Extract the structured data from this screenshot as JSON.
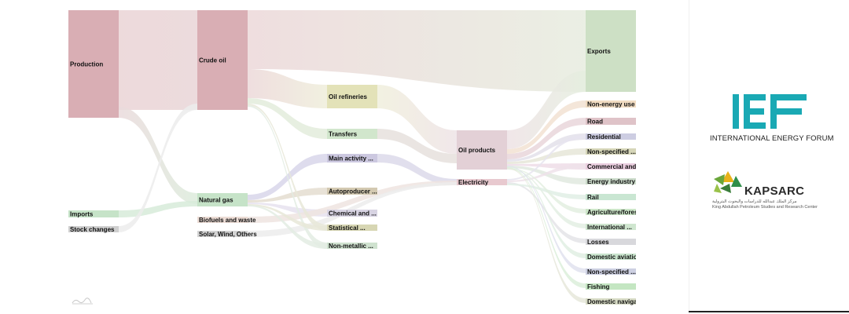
{
  "sankey": {
    "nodes": [
      {
        "id": "production",
        "label": "Production",
        "color": "#d9aeb4"
      },
      {
        "id": "imports",
        "label": "Imports",
        "color": "#c6e3c8"
      },
      {
        "id": "stock",
        "label": "Stock changes",
        "color": "#cfcfcf"
      },
      {
        "id": "crude",
        "label": "Crude oil",
        "color": "#d9aeb4"
      },
      {
        "id": "natgas",
        "label": "Natural gas",
        "color": "#c6e3c8"
      },
      {
        "id": "biofuels",
        "label": "Biofuels and waste",
        "color": "#ecdcd5"
      },
      {
        "id": "solar",
        "label": "Solar, Wind, Others",
        "color": "#d3d3d3"
      },
      {
        "id": "refineries",
        "label": "Oil refineries",
        "color": "#e3e2b8"
      },
      {
        "id": "transfers",
        "label": "Transfers",
        "color": "#d1e6cc"
      },
      {
        "id": "mainact",
        "label": "Main activity ...",
        "color": "#ccc8e0"
      },
      {
        "id": "autoprod",
        "label": "Autoproducer ...",
        "color": "#d3c9b1"
      },
      {
        "id": "chemical",
        "label": "Chemical and ...",
        "color": "#d8d4e3"
      },
      {
        "id": "statistical",
        "label": "Statistical ...",
        "color": "#d7d6b3"
      },
      {
        "id": "nonmetallic",
        "label": "Non-metallic ...",
        "color": "#cfe2cf"
      },
      {
        "id": "oilproducts",
        "label": "Oil products",
        "color": "#e3d0d6"
      },
      {
        "id": "electricity",
        "label": "Electricity",
        "color": "#e8c9cf"
      },
      {
        "id": "exports",
        "label": "Exports",
        "color": "#cde0c5"
      },
      {
        "id": "nonenergy",
        "label": "Non-energy use ...",
        "color": "#f1dcc2"
      },
      {
        "id": "road",
        "label": "Road",
        "color": "#dfc3c8"
      },
      {
        "id": "residential",
        "label": "Residential",
        "color": "#cdcde2"
      },
      {
        "id": "nonspec1",
        "label": "Non-specified ...",
        "color": "#d6d6b8"
      },
      {
        "id": "commercial",
        "label": "Commercial and ...",
        "color": "#ebcfe0"
      },
      {
        "id": "energyind",
        "label": "Energy industry ...",
        "color": "#ccdccb"
      },
      {
        "id": "rail",
        "label": "Rail",
        "color": "#c9e6d2"
      },
      {
        "id": "agriculture",
        "label": "Agriculture/forestry",
        "color": "#cce6c8"
      },
      {
        "id": "international",
        "label": "International ...",
        "color": "#cfe6cf"
      },
      {
        "id": "losses",
        "label": "Losses",
        "color": "#d8d8dc"
      },
      {
        "id": "domaviation",
        "label": "Domestic aviation",
        "color": "#c9e4cd"
      },
      {
        "id": "nonspec2",
        "label": "Non-specified ...",
        "color": "#cdd0e2"
      },
      {
        "id": "fishing",
        "label": "Fishing",
        "color": "#c4e6c2"
      },
      {
        "id": "domnav",
        "label": "Domestic navigation",
        "color": "#d8dcc6"
      }
    ]
  },
  "logos": {
    "ief": {
      "mark": "IEF",
      "caption": "INTERNATIONAL ENERGY FORUM",
      "color": "#1aa9b4"
    },
    "kapsarc": {
      "name": "KAPSARC",
      "arabic": "مركز الملك عبدالله للدراسات والبحوث البترولية",
      "english": "King Abdullah Petroleum Studies and Research Center"
    }
  }
}
